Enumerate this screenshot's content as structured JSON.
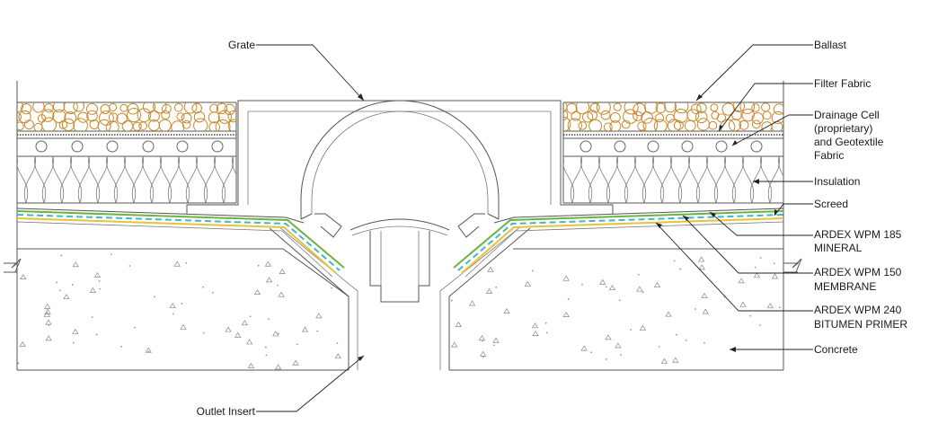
{
  "labels": {
    "grate": "Grate",
    "ballast": "Ballast",
    "filter_fabric": "Filter Fabric",
    "drainage_line1": "Drainage Cell",
    "drainage_line2": "(proprietary)",
    "drainage_line3": "and Geotextile",
    "drainage_line4": "Fabric",
    "insulation": "Insulation",
    "screed": "Screed",
    "wpm185_line1": "ARDEX WPM 185",
    "wpm185_line2": "MINERAL",
    "wpm150_line1": "ARDEX WPM 150",
    "wpm150_line2": "MEMBRANE",
    "wpm240_line1": "ARDEX WPM 240",
    "wpm240_line2": "BITUMEN PRIMER",
    "concrete": "Concrete",
    "outlet_insert": "Outlet Insert"
  },
  "colors": {
    "ballast": "#c8882a",
    "wpm185": "#6db33f",
    "wpm150": "#3fb8c9",
    "wpm240": "#e9c23a",
    "line": "#555555"
  }
}
